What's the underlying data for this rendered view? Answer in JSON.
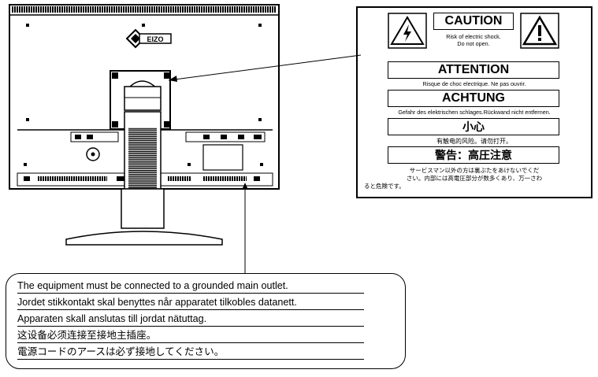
{
  "logo": {
    "text": "EIZO"
  },
  "label": {
    "caution_title": "CAUTION",
    "caution_text_1": "Risk of electric shock.",
    "caution_text_2": "Do not open.",
    "attention_title": "ATTENTION",
    "attention_text": "Risque de choc electrique. Ne pas ouvrir.",
    "achtung_title": "ACHTUNG",
    "achtung_text": "Gefahr des elektrischen schlages.Rückwand nicht entfernen.",
    "cn_title": "小心",
    "cn_text": "有触电的风险。请勿打开。",
    "jp_title": "警告：高圧注意",
    "jp_text_1": "サービスマン以外の方は裏ぶたをあけないでくだ",
    "jp_text_2": "さい。内部には高電圧部分が数多くあり、万一さわ",
    "jp_text_3": "ると危険です。"
  },
  "notice": {
    "lines": [
      "The equipment must be connected to a grounded main outlet.",
      "Jordet stikkontakt skal benyttes når apparatet tilkobles datanett.",
      "Apparaten skall anslutas till jordat nätuttag.",
      "这设备必须连接至接地主插座。",
      "電源コードのアースは必ず接地してください。"
    ]
  }
}
